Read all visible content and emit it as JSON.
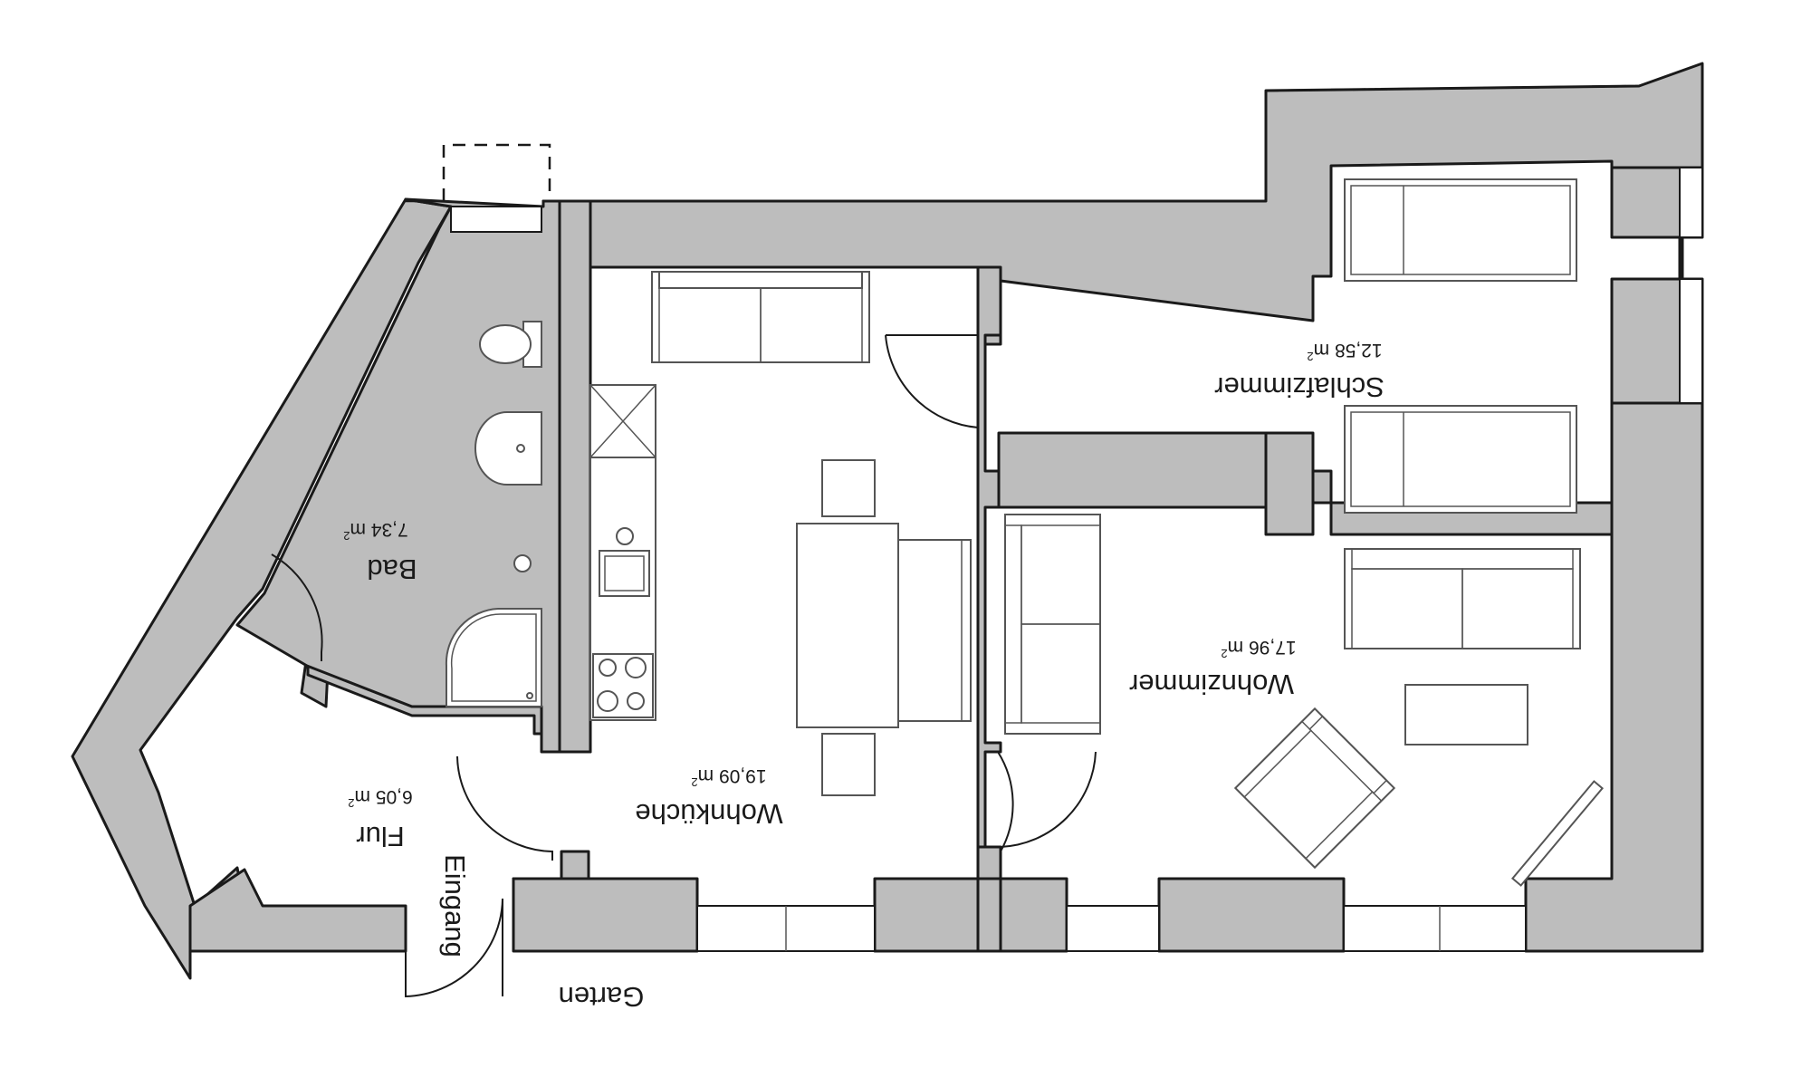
{
  "rooms": {
    "bad": {
      "name": "Bad",
      "area": "7,34 m",
      "area_sup": "2"
    },
    "flur": {
      "name": "Flur",
      "area": "6,05 m",
      "area_sup": "2"
    },
    "wohnkueche": {
      "name": "Wohnküche",
      "area": "19,09 m",
      "area_sup": "2"
    },
    "schlafzimmer": {
      "name": "Schlafzimmer",
      "area": "12,58 m",
      "area_sup": "2"
    },
    "wohnzimmer": {
      "name": "Wohnzimmer",
      "area": "17,96 m",
      "area_sup": "2"
    }
  },
  "labels": {
    "eingang": "Eingang",
    "garten": "Garten"
  },
  "colors": {
    "wall_fill": "#bdbdbd",
    "line": "#1a1a1a",
    "background": "#ffffff"
  }
}
